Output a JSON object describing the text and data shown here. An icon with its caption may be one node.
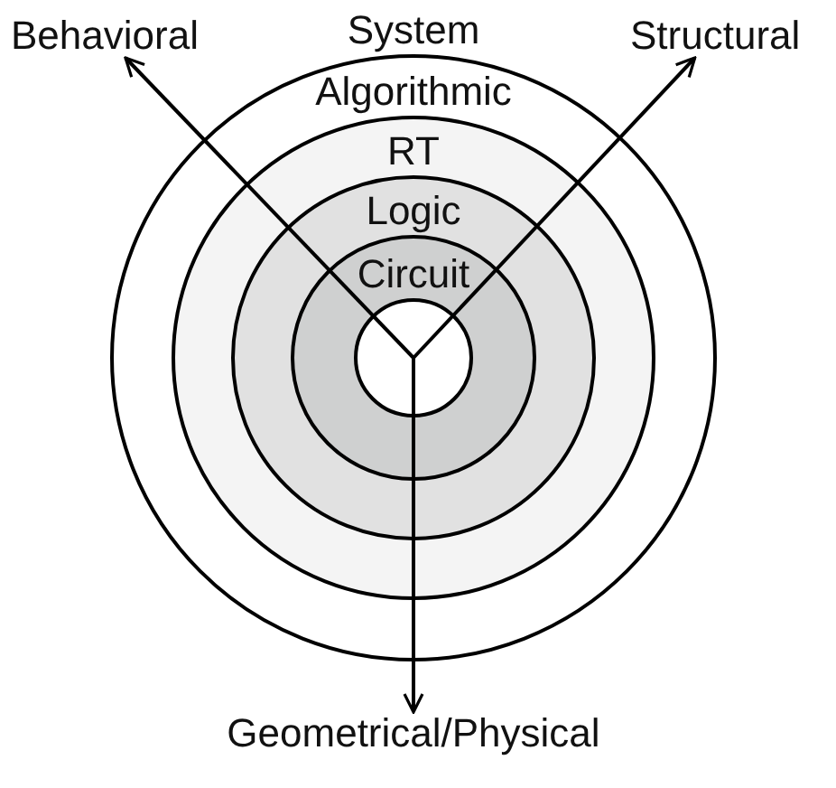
{
  "diagram": {
    "nodes": [
      {
        "text": [
          "System"
        ]
      },
      {
        "text": [
          "Algorithmic"
        ],
        "in": 0
      },
      {
        "text": [
          "RT"
        ],
        "in": 1
      },
      {
        "text": [
          "Logic"
        ],
        "in": 2
      },
      {
        "text": [
          "Circuit"
        ],
        "in": 3
      },
      {
        "text": [
          "Behavioral"
        ]
      },
      {
        "text": [
          "Structural"
        ]
      },
      {
        "text": [
          "Geometrical/Physical"
        ]
      }
    ],
    "edges": [
      {
        "from": 4,
        "to": 5,
        "arrow": "to"
      },
      {
        "from": 4,
        "to": 6,
        "arrow": "to"
      },
      {
        "from": 4,
        "to": 7,
        "arrow": "to"
      }
    ]
  }
}
